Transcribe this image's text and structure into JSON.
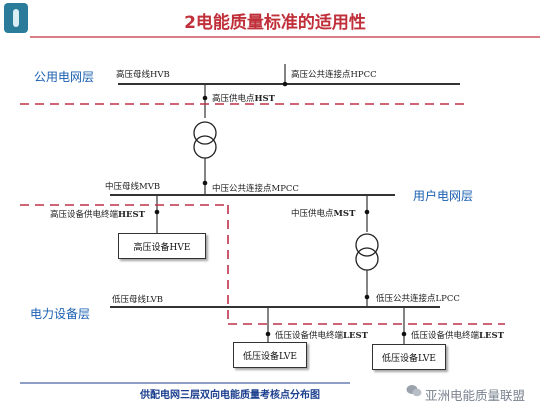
{
  "slide": {
    "title": "2电能质量标准的适用性",
    "caption": "供配电网三层双向电能质量考核点分布图"
  },
  "layers": {
    "public": "公用电网层",
    "user": "用户电网层",
    "equipment": "电力设备层"
  },
  "buses": {
    "hv": "高压母线HVB",
    "hv_pcc": "高压公共连接点HPCC",
    "hv_supply_prefix": "高压供电点",
    "hv_supply_code": "HST",
    "mv": "中压母线MVB",
    "mv_pcc": "中压公共连接点MPCC",
    "hv_equip_term_prefix": "高压设备供电终端",
    "hv_equip_term_code": "HEST",
    "mv_supply_prefix": "中压供电点",
    "mv_supply_code": "MST",
    "lv": "低压母线LVB",
    "lv_pcc": "低压公共连接点LPCC",
    "lv_term_left_prefix": "低压设备供电终端",
    "lv_term_left_code": "LEST",
    "lv_term_right_prefix": "低压设备供电终端",
    "lv_term_right_code": "LEST"
  },
  "devices": {
    "hve": "高压设备HVE",
    "lve_left": "低压设备LVE",
    "lve_right": "低压设备LVE"
  },
  "watermark": "亚洲电能质量联盟",
  "colors": {
    "title": "#c0303a",
    "dashed": "#c0304a",
    "layer_label": "#1a5fb0",
    "caption": "#1b3f8f"
  },
  "icons": [
    "logo-icon",
    "transformer-icon",
    "wechat-icon"
  ]
}
